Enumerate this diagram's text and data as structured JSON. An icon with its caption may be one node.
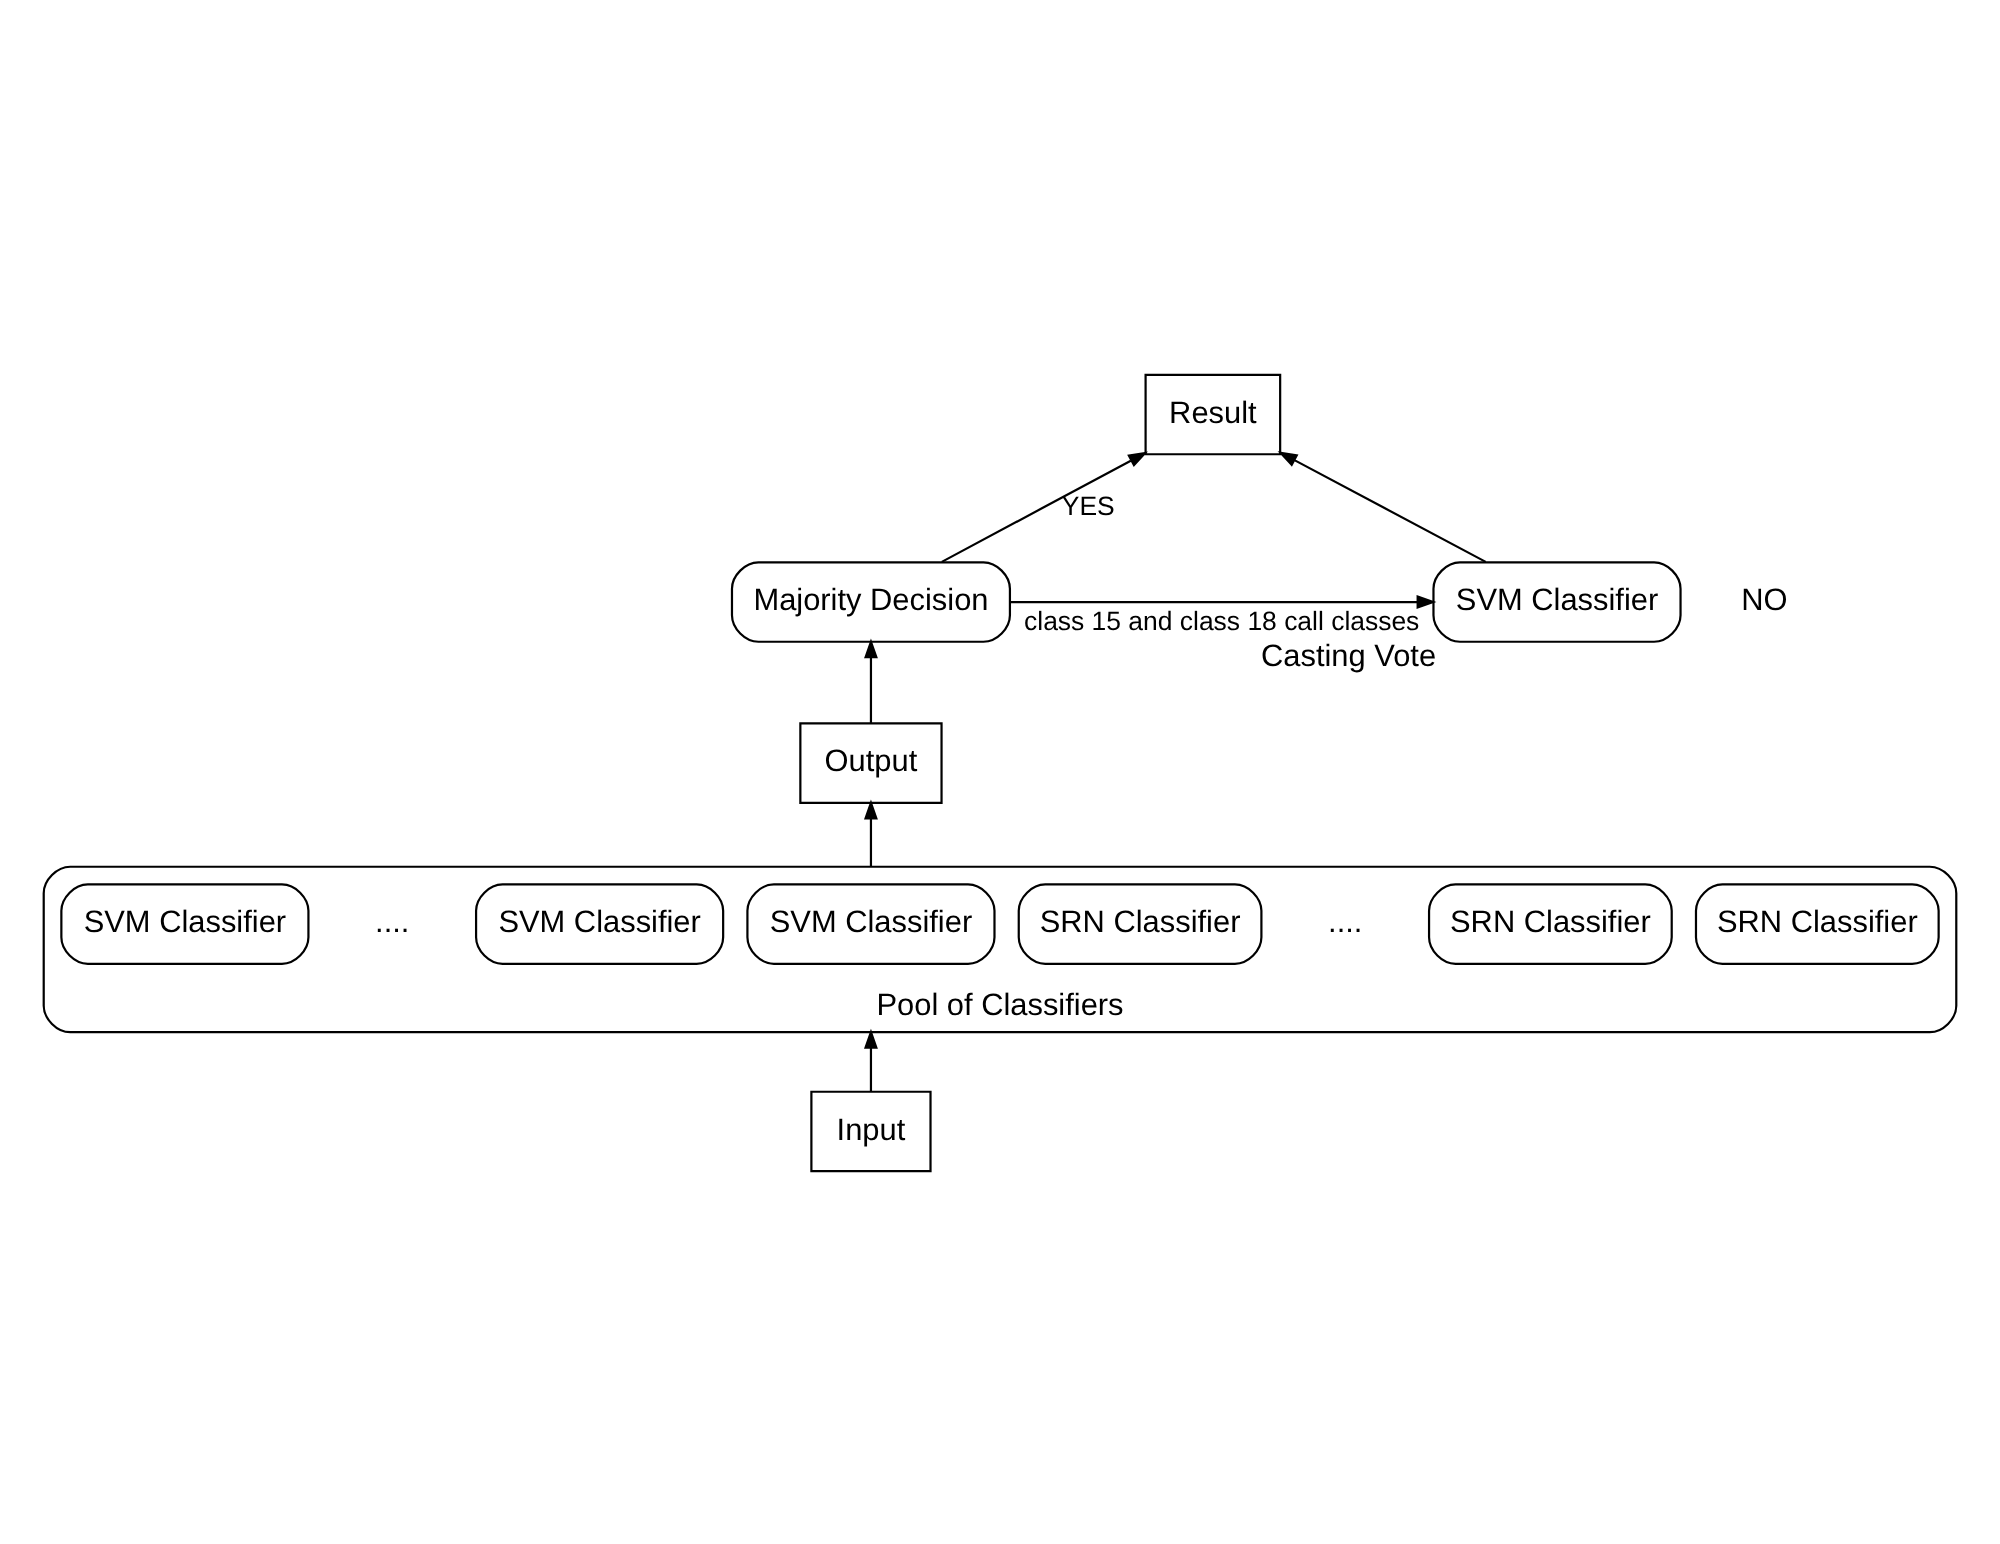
{
  "diagram": {
    "nodes": [
      {
        "text": [
          "Result"
        ]
      },
      {
        "text": [
          "Majority Decision"
        ]
      },
      {
        "text": [
          "SVM Classifier"
        ],
        "beside": [
          "Casting Vote"
        ]
      },
      {
        "text": [
          "Output"
        ]
      },
      {
        "text": [
          "Pool of Classifiers"
        ]
      },
      {
        "text": [
          "SRN Classifier"
        ],
        "in": 4
      },
      {
        "text": [
          "SRN Classifier"
        ],
        "in": 4
      },
      {
        "text": [
          "SRN Classifier"
        ],
        "in": 4
      },
      {
        "text": [
          "SVM Classifier"
        ],
        "in": 4
      },
      {
        "text": [
          "SVM Classifier"
        ],
        "in": 4
      },
      {
        "text": [
          "SVM Classifier"
        ],
        "in": 4
      },
      {
        "text": [
          "Input"
        ]
      }
    ],
    "edges": [
      {
        "from": 11,
        "to": 4,
        "arrow": "to"
      },
      {
        "from": 4,
        "to": 3,
        "arrow": "to"
      },
      {
        "from": 3,
        "to": 1,
        "arrow": "to"
      },
      {
        "from": 1,
        "to": 0,
        "arrow": "to",
        "label": "YES"
      },
      {
        "from": 1,
        "to": 2,
        "arrow": "to",
        "label": "class 15 and class 18 call classes"
      },
      {
        "from": 2,
        "to": 0,
        "arrow": "to"
      }
    ],
    "labels": [
      "NO",
      "....",
      "...."
    ]
  }
}
